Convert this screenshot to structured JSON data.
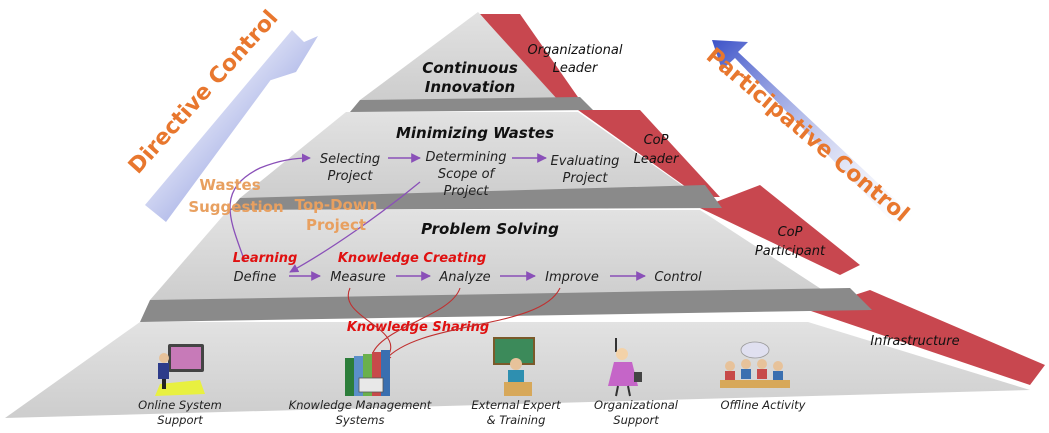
{
  "side_labels": {
    "left": "Directive Control",
    "right": "Participative Control"
  },
  "tiers": {
    "top": {
      "title_line1": "Continuous",
      "title_line2": "Innovation",
      "role_line1": "Organizational",
      "role_line2": "Leader"
    },
    "second": {
      "title": "Minimizing Wastes",
      "role_line1": "CoP",
      "role_line2": "Leader",
      "steps": [
        {
          "line1": "Selecting",
          "line2": "Project"
        },
        {
          "line1": "Determining",
          "line2": "Scope of",
          "line3": "Project"
        },
        {
          "line1": "Evaluating",
          "line2": "Project"
        }
      ]
    },
    "third": {
      "title": "Problem Solving",
      "role_line1": "CoP",
      "role_line2": "Participant",
      "steps": [
        "Define",
        "Measure",
        "Analyze",
        "Improve",
        "Control"
      ]
    },
    "base": {
      "role": "Infrastructure",
      "supports": [
        {
          "line1": "Online System",
          "line2": "Support",
          "icon": "computer-user-icon"
        },
        {
          "line1": "Knowledge Management",
          "line2": "Systems",
          "icon": "binders-icon"
        },
        {
          "line1": "External Expert",
          "line2": "& Training",
          "icon": "teacher-icon"
        },
        {
          "line1": "Organizational",
          "line2": "Support",
          "icon": "presenter-icon"
        },
        {
          "line1": "Offline Activity",
          "line2": "",
          "icon": "group-meeting-icon"
        }
      ]
    }
  },
  "annotations": {
    "wastes_line1": "Wastes",
    "wastes_line2": "Suggestion",
    "topdown_line1": "Top-Down",
    "topdown_line2": "Project",
    "learning": "Learning",
    "knowledge_creating": "Knowledge Creating",
    "knowledge_sharing": "Knowledge Sharing"
  },
  "colors": {
    "tier_gray": "#d4d4d4",
    "slab_gray": "#8a8a8a",
    "red_band": "#c8474f",
    "arrow_blue": "#3c52c8",
    "orange_text": "#e8772e",
    "red_text": "#e01010",
    "flow_purple": "#8a50b8"
  }
}
